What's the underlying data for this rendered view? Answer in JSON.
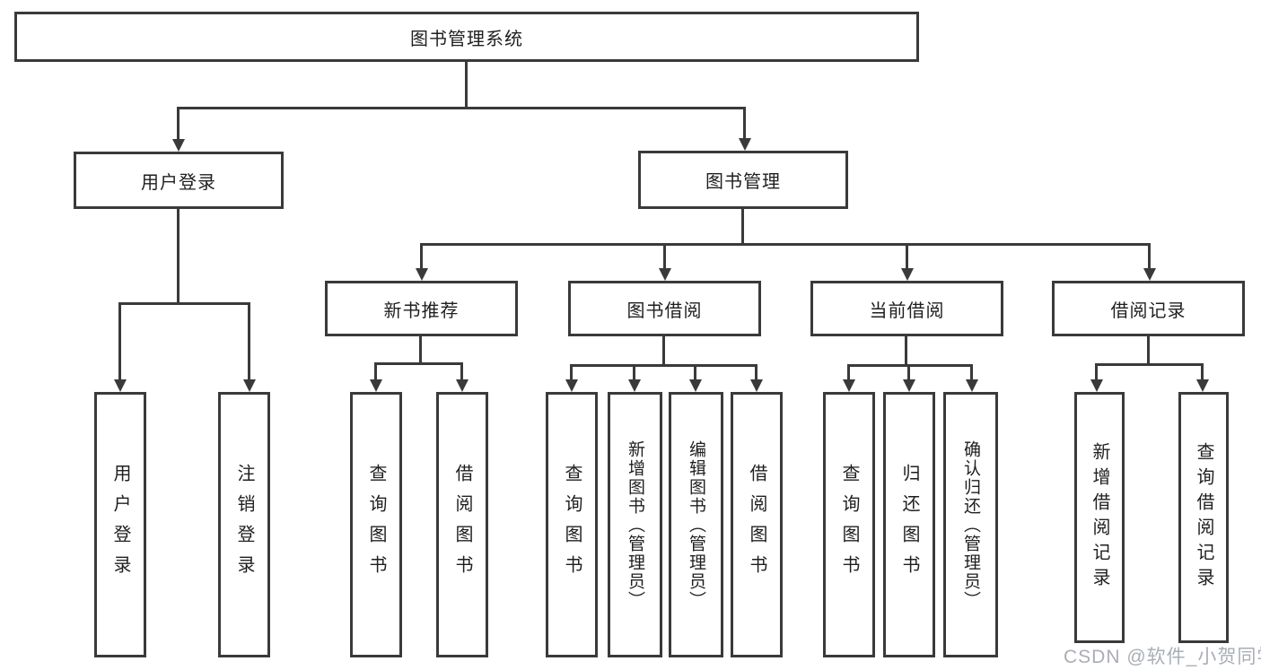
{
  "diagram": {
    "root": {
      "label": "图书管理系统"
    },
    "level2": [
      {
        "label": "用户登录"
      },
      {
        "label": "图书管理"
      }
    ],
    "level3": [
      {
        "label": "新书推荐"
      },
      {
        "label": "图书借阅"
      },
      {
        "label": "当前借阅"
      },
      {
        "label": "借阅记录"
      }
    ],
    "leaves": [
      {
        "label": "用户登录"
      },
      {
        "label": "注销登录"
      },
      {
        "label": "查询图书"
      },
      {
        "label": "借阅图书"
      },
      {
        "label": "查询图书"
      },
      {
        "label": "新增图书（管理员）"
      },
      {
        "label": "编辑图书（管理员）"
      },
      {
        "label": "借阅图书"
      },
      {
        "label": "查询图书"
      },
      {
        "label": "归还图书"
      },
      {
        "label": "确认归还（管理员）"
      },
      {
        "label": "新增借阅记录"
      },
      {
        "label": "查询借阅记录"
      }
    ],
    "watermark": "CSDN @软件_小贺同学",
    "colors": {
      "line": "#3a3a3a",
      "text": "#1f1f1f",
      "watermark": "#a9aeb4",
      "background": "#ffffff"
    }
  }
}
